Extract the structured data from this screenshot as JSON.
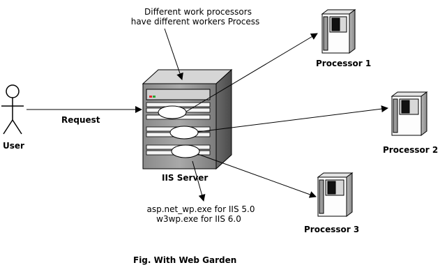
{
  "diagram": {
    "top_note": [
      "Different work processors",
      "have different workers Process"
    ],
    "bottom_note": [
      "asp.net_wp.exe for IIS 5.0",
      "w3wp.exe for IIS 6.0"
    ],
    "user_label": "User",
    "request_label": "Request",
    "server_label": "IIS Server",
    "processors": [
      "Processor 1",
      "Processor 2",
      "Processor 3"
    ],
    "caption": "Fig. With Web Garden"
  }
}
